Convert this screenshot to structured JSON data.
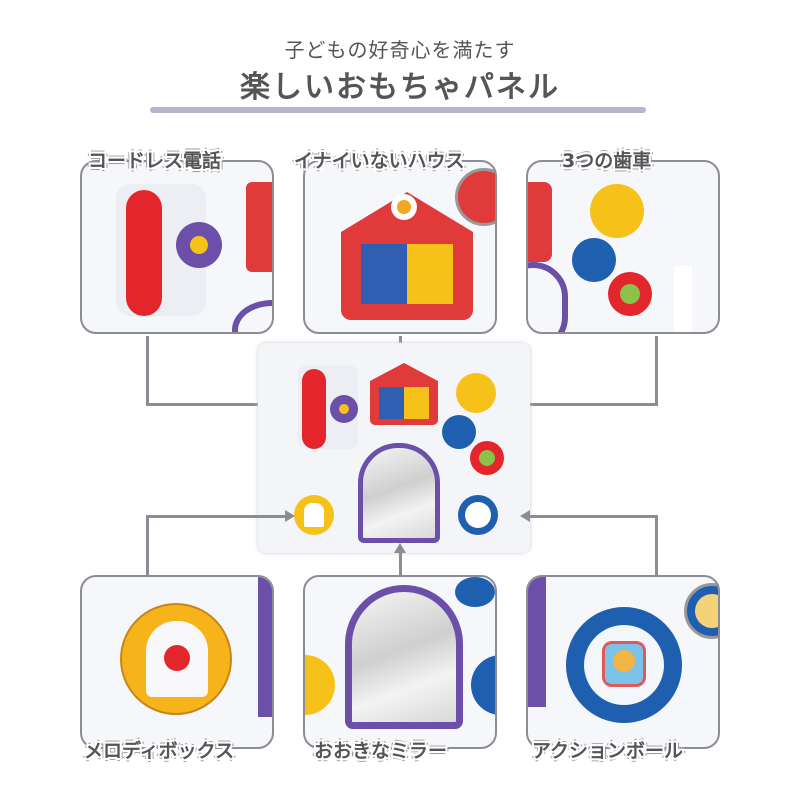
{
  "header": {
    "subtitle": "子どもの好奇心を満たす",
    "title": "楽しいおもちゃパネル"
  },
  "features": {
    "top": [
      {
        "label": "コードレス電話",
        "icon": "phone-icon"
      },
      {
        "label": "イナイいないハウス",
        "icon": "house-icon"
      },
      {
        "label": "3つの歯車",
        "icon": "gears-icon"
      }
    ],
    "bottom": [
      {
        "label": "メロディボックス",
        "icon": "melody-box-icon"
      },
      {
        "label": "おおきなミラー",
        "icon": "mirror-icon"
      },
      {
        "label": "アクションボール",
        "icon": "action-ball-icon"
      }
    ]
  },
  "colors": {
    "red": "#e2262b",
    "purple": "#6b4fa8",
    "yellow": "#f6c21a",
    "blue": "#1f5fb0",
    "gray_line": "#8c8c96",
    "title_bar": "#b7b5cd"
  }
}
